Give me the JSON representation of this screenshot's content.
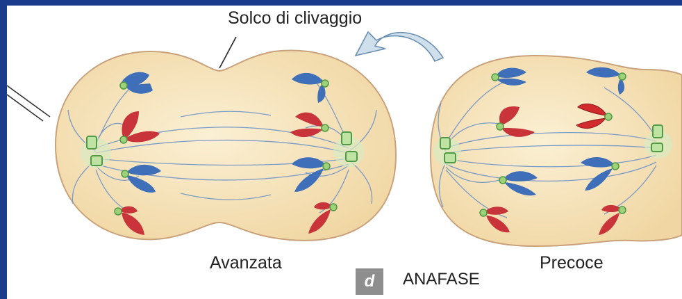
{
  "labels": {
    "cleavage_furrow": "Solco di clivaggio",
    "late": "Avanzata",
    "early": "Precoce",
    "panel_letter": "d",
    "phase": "ANAFASE"
  },
  "colors": {
    "background_border": "#1a3a8c",
    "cell_fill": "#f6e3b8",
    "cell_outline": "#c9a27c",
    "chromosome_blue": "#3f6fb8",
    "chromosome_red": "#c8343a",
    "centromere_green": "#9fd07a",
    "centrosome_green": "#5aa94f",
    "spindle_fibers": "#6f93c8",
    "arrow_fill": "#cfe0ec"
  }
}
